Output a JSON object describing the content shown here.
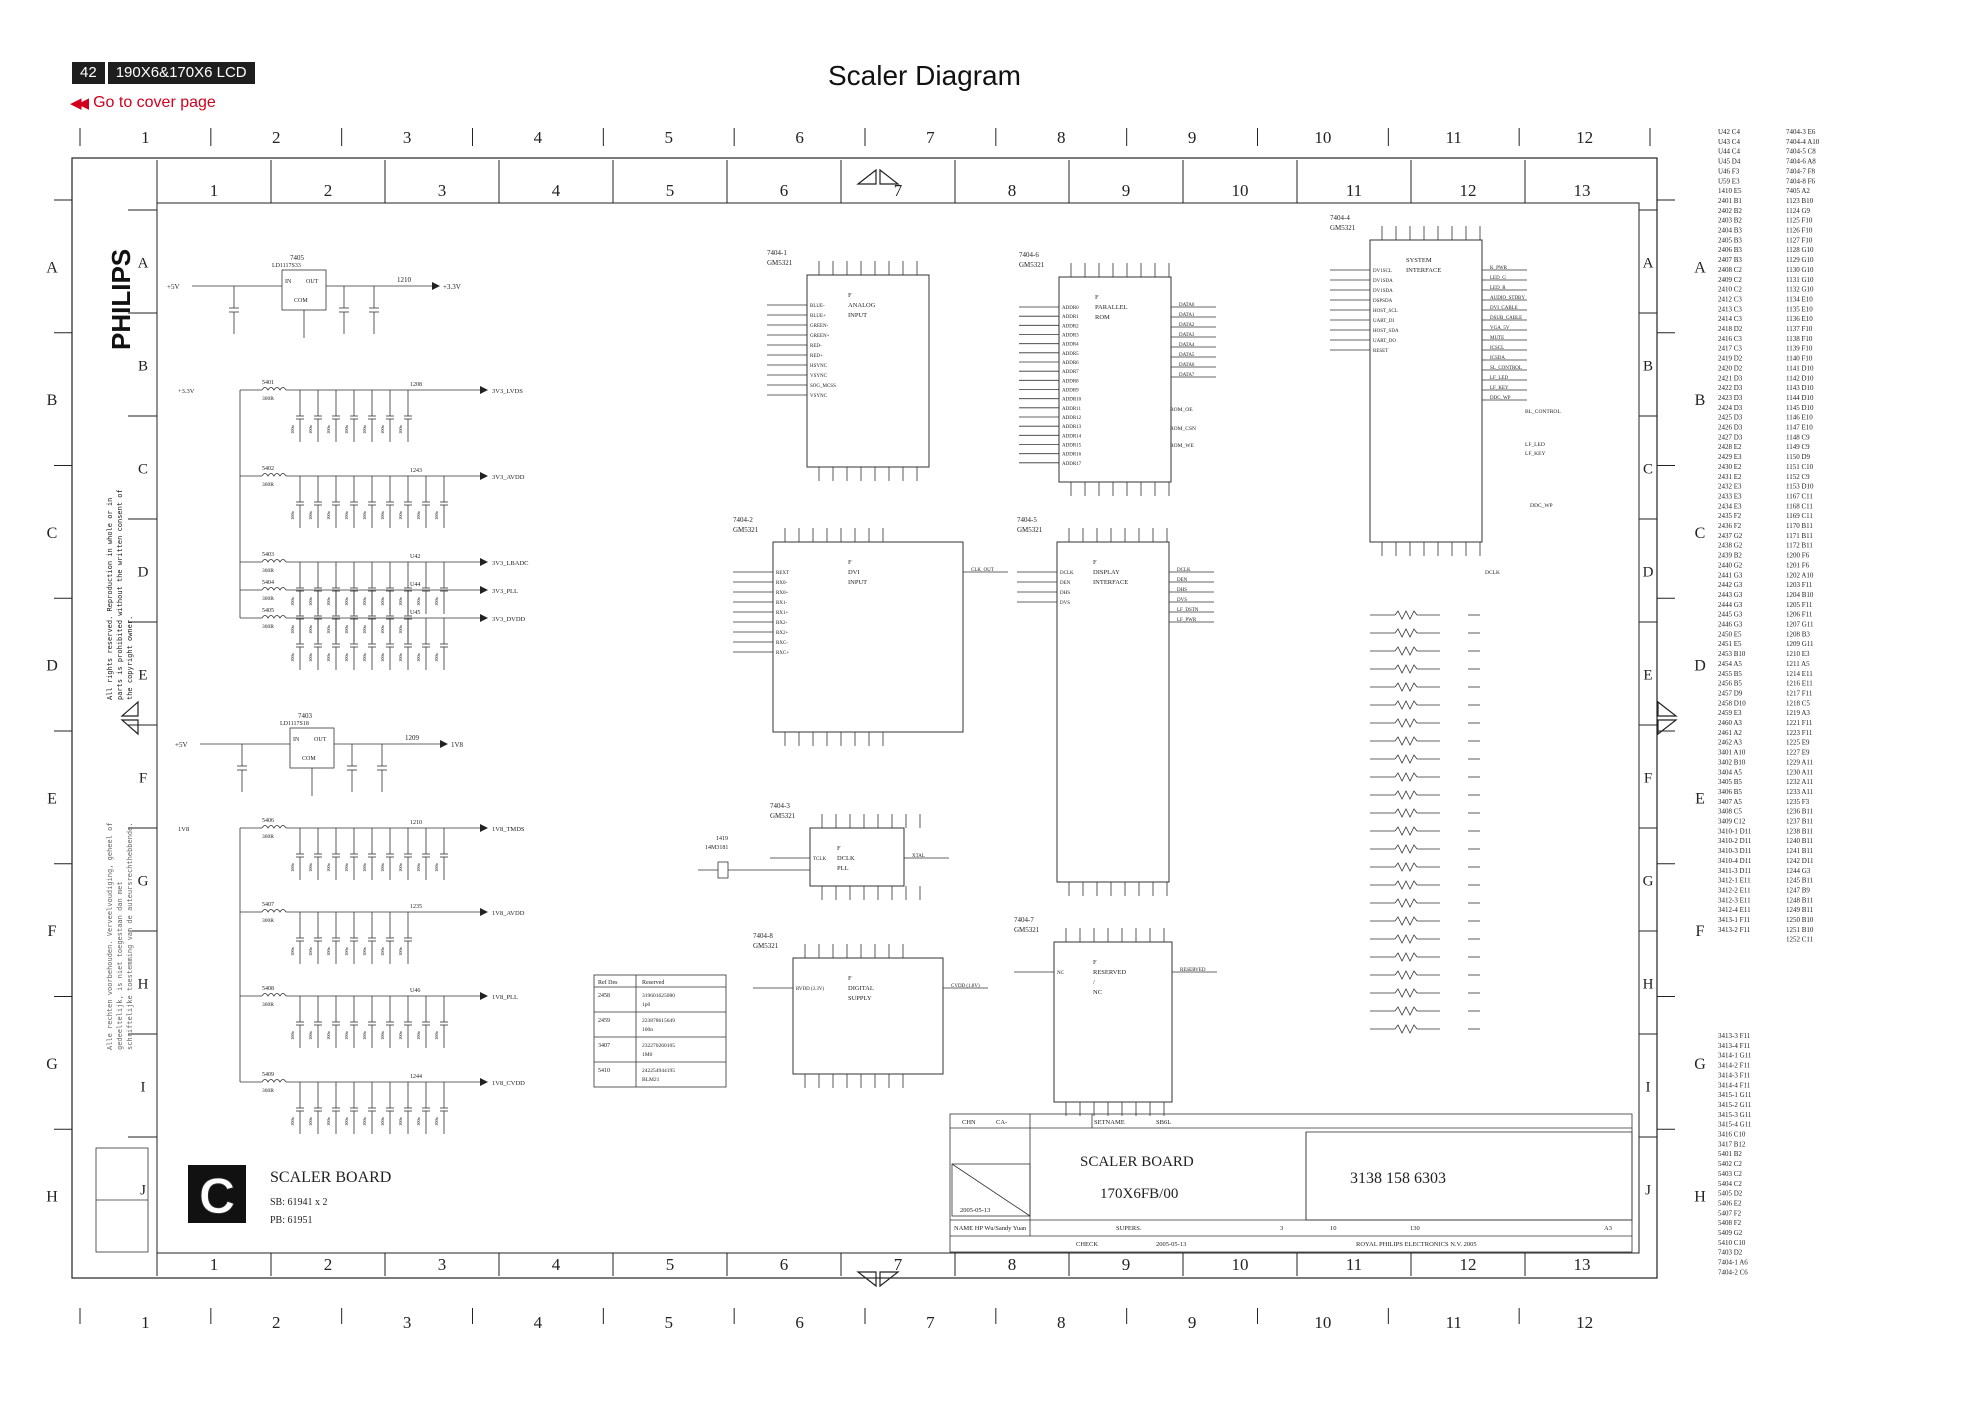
{
  "header": {
    "page_number": "42",
    "model": "190X6&170X6 LCD",
    "cover_link": "Go to cover page",
    "cover_icon": "first-page-icon",
    "title": "Scaler Diagram"
  },
  "colors": {
    "accent": "#d2001e",
    "ink": "#111111"
  },
  "grid": {
    "columns_outer": [
      "1",
      "2",
      "3",
      "4",
      "5",
      "6",
      "7",
      "8",
      "9",
      "10",
      "11",
      "12"
    ],
    "columns_inner": [
      "1",
      "2",
      "3",
      "4",
      "5",
      "6",
      "7",
      "8",
      "9",
      "10",
      "11",
      "12",
      "13"
    ],
    "rows_outer": [
      "A",
      "B",
      "C",
      "D",
      "E",
      "F",
      "G",
      "H"
    ],
    "rows_inner": [
      "A",
      "B",
      "C",
      "D",
      "E",
      "F",
      "G",
      "H",
      "I",
      "J"
    ]
  },
  "brand": "PHILIPS",
  "copyright": "All rights reserved. Reproduction in whole or in parts is prohibited without the written consent of the copyright owner.",
  "copyright_nl": "Alle rechten voorbehouden. Verveelvoudiging, geheel of gedeeltelijk, is niet toegestaan dan met schriftelijke toestemming van de auteursrechthebbende.",
  "regulators": [
    {
      "ref": "7405",
      "part": "LD1117S33",
      "in": "IN",
      "out": "OUT",
      "com": "COM",
      "vin": "+5V",
      "vout": "+3.3V",
      "coil": "1210"
    },
    {
      "ref": "7403",
      "part": "LD1117S18",
      "in": "IN",
      "out": "OUT",
      "com": "COM",
      "vin": "+5V",
      "vout": "1V8",
      "coil": "1209"
    }
  ],
  "rails": [
    {
      "coil": "5401",
      "val": "300R",
      "src": "+3.3V",
      "net": "3V3_LVDS",
      "tag": "1208"
    },
    {
      "coil": "5402",
      "val": "300R",
      "src": "",
      "net": "3V3_AVDD",
      "tag": "1243"
    },
    {
      "coil": "5403",
      "val": "300R",
      "src": "",
      "net": "3V3_LBADC",
      "tag": "U42"
    },
    {
      "coil": "5404",
      "val": "300R",
      "src": "",
      "net": "3V3_PLL",
      "tag": "U44"
    },
    {
      "coil": "5405",
      "val": "300R",
      "src": "",
      "net": "3V3_DVDD",
      "tag": "U45"
    },
    {
      "coil": "5406",
      "val": "300R",
      "src": "1V8",
      "net": "1V8_TMDS",
      "tag": "1210"
    },
    {
      "coil": "5407",
      "val": "300R",
      "src": "",
      "net": "1V8_AVDD",
      "tag": "1235"
    },
    {
      "coil": "5408",
      "val": "300R",
      "src": "",
      "net": "1V8_PLL",
      "tag": "U46"
    },
    {
      "coil": "5409",
      "val": "300R",
      "src": "",
      "net": "1V8_CVDD",
      "tag": "1244"
    }
  ],
  "blocks": [
    {
      "ref": "7404-1",
      "part": "GM5321",
      "title": "F ANALOG INPUT",
      "pins_l": [
        "BLUE-",
        "BLUE+",
        "GREEN-",
        "GREEN+",
        "RED-",
        "RED+",
        "HSYNC",
        "VSYNC",
        "SOG_MCSS",
        "VSYNC"
      ]
    },
    {
      "ref": "7404-6",
      "part": "GM5321",
      "title": "F PARALLEL ROM",
      "pins_l": [
        "ADDR0",
        "ADDR1",
        "ADDR2",
        "ADDR3",
        "ADDR4",
        "ADDR5",
        "ADDR6",
        "ADDR7",
        "ADDR8",
        "ADDR9",
        "ADDR10",
        "ADDR11",
        "ADDR12",
        "ADDR13",
        "ADDR14",
        "ADDR15",
        "ADDR16",
        "ADDR17"
      ],
      "pins_r": [
        "DATA0",
        "DATA1",
        "DATA2",
        "DATA3",
        "DATA4",
        "DATA5",
        "DATA6",
        "DATA7"
      ]
    },
    {
      "ref": "7404-4",
      "part": "GM5321",
      "title": "SYSTEM INTERFACE",
      "pins_l": [
        "DV1SCL",
        "DV1SDA",
        "DV1SDA",
        "DSPSDA",
        "HOST_SCL",
        "UART_DI",
        "HOST_SDA",
        "UART_DO",
        "RESET"
      ],
      "pins_r": [
        "K_PWR",
        "LED_G",
        "LED_R",
        "AUDIO_STDBY",
        "DVI_CABLE",
        "DSUB_CABLE",
        "VGA_5V",
        "MUTE",
        "ICSCL",
        "ICSDA",
        "SL_CONTROL",
        "LF_LED",
        "LF_KEY",
        "DDC_WP"
      ]
    },
    {
      "ref": "7404-2",
      "part": "GM5321",
      "title": "F DVI INPUT",
      "pins_l": [
        "REXT",
        "RX0-",
        "RX0+",
        "RX1-",
        "RX1+",
        "RX2-",
        "RX2+",
        "RXC-",
        "RXC+"
      ],
      "pins_r": [
        "CLK_OUT"
      ]
    },
    {
      "ref": "7404-5",
      "part": "GM5321",
      "title": "F DISPLAY INTERFACE",
      "pins_l": [
        "DCLK",
        "DEN",
        "DHS",
        "DVS"
      ],
      "pins_r": [
        "DCLK",
        "DEN",
        "DHS",
        "DVS",
        "LF_DSTN",
        "LF_PWR"
      ]
    },
    {
      "ref": "7404-3",
      "part": "GM5321",
      "title": "F DCLK PLL",
      "pins_l": [
        "TCLK"
      ],
      "pins_r": [
        "XTAL"
      ]
    },
    {
      "ref": "7404-8",
      "part": "GM5321",
      "title": "F DIGITAL SUPPLY",
      "pins_l": [
        "RVDD (3.3V)"
      ],
      "pins_r": [
        "CVDD (1.8V)"
      ]
    },
    {
      "ref": "7404-7",
      "part": "GM5321",
      "title": "F RESERVED / NC",
      "pins_l": [
        "NC"
      ],
      "pins_r": [
        "RESERVED"
      ]
    }
  ],
  "crystal": {
    "ref": "1419",
    "val": "14M3181"
  },
  "ref_table": {
    "headers": [
      "Ref Des",
      "Reserved"
    ],
    "rows": [
      [
        "2458",
        "319601625080 1p0"
      ],
      [
        "2459",
        "223878615649 100n"
      ],
      [
        "3407",
        "232270260105 1M0"
      ],
      [
        "5410",
        "242254944195 BLM21"
      ]
    ]
  },
  "title_block": {
    "board_left": "SCALER BOARD",
    "sb": "SB: 61941 x 2",
    "pb": "PB: 61951",
    "board_right": "SCALER BOARD",
    "model": "170X6FB/00",
    "doc_no": "3138 158 6303",
    "date": "2005-05-13",
    "date2": "2005-05-13",
    "name": "NAME  HP Wu/Sandy Yuan",
    "company": "ROYAL PHILIPS ELECTRONICS N.V. 2005",
    "chn": "CHN",
    "setname": "SETNAME",
    "setname_val": "SB6L",
    "supers": "SUPERS.",
    "check": "CHECK",
    "sheet": "130",
    "sheet_of": "3",
    "size": "A3",
    "rev": "10"
  },
  "ref_index": {
    "col1": [
      "U42 C4",
      "U43 C4",
      "U44 C4",
      "U45 D4",
      "U46 F3",
      "U59 E3",
      "1410 E5",
      "2401 B1",
      "2402 B2",
      "2403 B2",
      "2404 B3",
      "2405 B3",
      "2406 B3",
      "2407 B3",
      "2408 C2",
      "2409 C2",
      "2410 C2",
      "2412 C3",
      "2413 C3",
      "2414 C3",
      "2418 D2",
      "2416 C3",
      "2417 C3",
      "2419 D2",
      "2420 D2",
      "2421 D3",
      "2422 D3",
      "2423 D3",
      "2424 D3",
      "2425 D3",
      "2426 D3",
      "2427 D3",
      "2428 E2",
      "2429 E3",
      "2430 E2",
      "2431 E2",
      "2432 E3",
      "2433 E3",
      "2434 E3",
      "2435 F2",
      "2436 F2",
      "2437 G2",
      "2438 G2",
      "2439 B2",
      "2440 G2",
      "2441 G3",
      "2442 G3",
      "2443 G3",
      "2444 G3",
      "2445 G3",
      "2446 G3",
      "2450 E5",
      "2451 E5",
      "2453 B10",
      "2454 A5",
      "2455 B5",
      "2456 B5",
      "2457 D9",
      "2458 D10",
      "2459 E3",
      "2460 A3",
      "2461 A2",
      "2462 A3",
      "3401 A10",
      "3402 B10",
      "3404 A5",
      "3405 B5",
      "3406 B5",
      "3407 A5",
      "3408 C5",
      "3409 C12",
      "3410-1 D11",
      "3410-2 D11",
      "3410-3 D11",
      "3410-4 D11",
      "3411-3 D11",
      "3412-1 E11",
      "3412-2 E11",
      "3412-3 E11",
      "3412-4 E11",
      "3413-1 F11",
      "3413-2 F11"
    ],
    "col2": [
      "7404-3 E6",
      "7404-4 A10",
      "7404-5 C8",
      "7404-6 A8",
      "7404-7 F8",
      "7404-8 F6",
      "7405 A2",
      "1123 B10",
      "1124 G9",
      "1125 F10",
      "1126 F10",
      "1127 F10",
      "1128 G10",
      "1129 G10",
      "1130 G10",
      "1131 G10",
      "1132 G10",
      "1134 E10",
      "1135 E10",
      "1136 E10",
      "1137 F10",
      "1138 F10",
      "1139 F10",
      "1140 F10",
      "1141 D10",
      "1142 D10",
      "1143 D10",
      "1144 D10",
      "1145 D10",
      "1146 E10",
      "1147 E10",
      "1148 C9",
      "1149 C9",
      "1150 D9",
      "1151 C10",
      "1152 C9",
      "1153 D10",
      "1167 C11",
      "1168 C11",
      "1169 C11",
      "1170 B11",
      "1171 B11",
      "1172 B11",
      "1200 F6",
      "1201 F6",
      "1202 A10",
      "1203 F11",
      "1204 B10",
      "1205 F11",
      "1206 F11",
      "1207 G11",
      "1208 B3",
      "1209 G11",
      "1210 E3",
      "1211 A5",
      "1214 E11",
      "1216 E11",
      "1217 F11",
      "1218 C5",
      "1219 A3",
      "1221 F11",
      "1223 F11",
      "1225 E9",
      "1227 E9",
      "1229 A11",
      "1230 A11",
      "1232 A11",
      "1233 A11",
      "1235 F3",
      "1236 B11",
      "1237 B11",
      "1238 B11",
      "1240 B11",
      "1241 B11",
      "1242 D11",
      "1244 G3",
      "1245 B11",
      "1247 B9",
      "1248 B11",
      "1249 B11",
      "1250 B10",
      "1251 B10",
      "1252 C11"
    ],
    "col3": [
      "3413-3 F11",
      "3413-4 F11",
      "3414-1 G11",
      "3414-2 F11",
      "3414-3 F11",
      "3414-4 F11",
      "3415-1 G11",
      "3415-2 G11",
      "3415-3 G11",
      "3415-4 G11",
      "3416 C10",
      "3417 B12",
      "5401 B2",
      "5402 C2",
      "5403 C2",
      "5404 C2",
      "5405 D2",
      "5406 E2",
      "5407 F2",
      "5408 F2",
      "5409 G2",
      "5410 C10",
      "7403 D2",
      "7404-1 A6",
      "7404-2 C6"
    ]
  },
  "nets_misc": [
    "DCLK",
    "DDC_WP",
    "ROM_CSN",
    "ROM_OE",
    "ROM_WE",
    "BL_CONTROL",
    "LF_LED",
    "LF_KEY"
  ]
}
